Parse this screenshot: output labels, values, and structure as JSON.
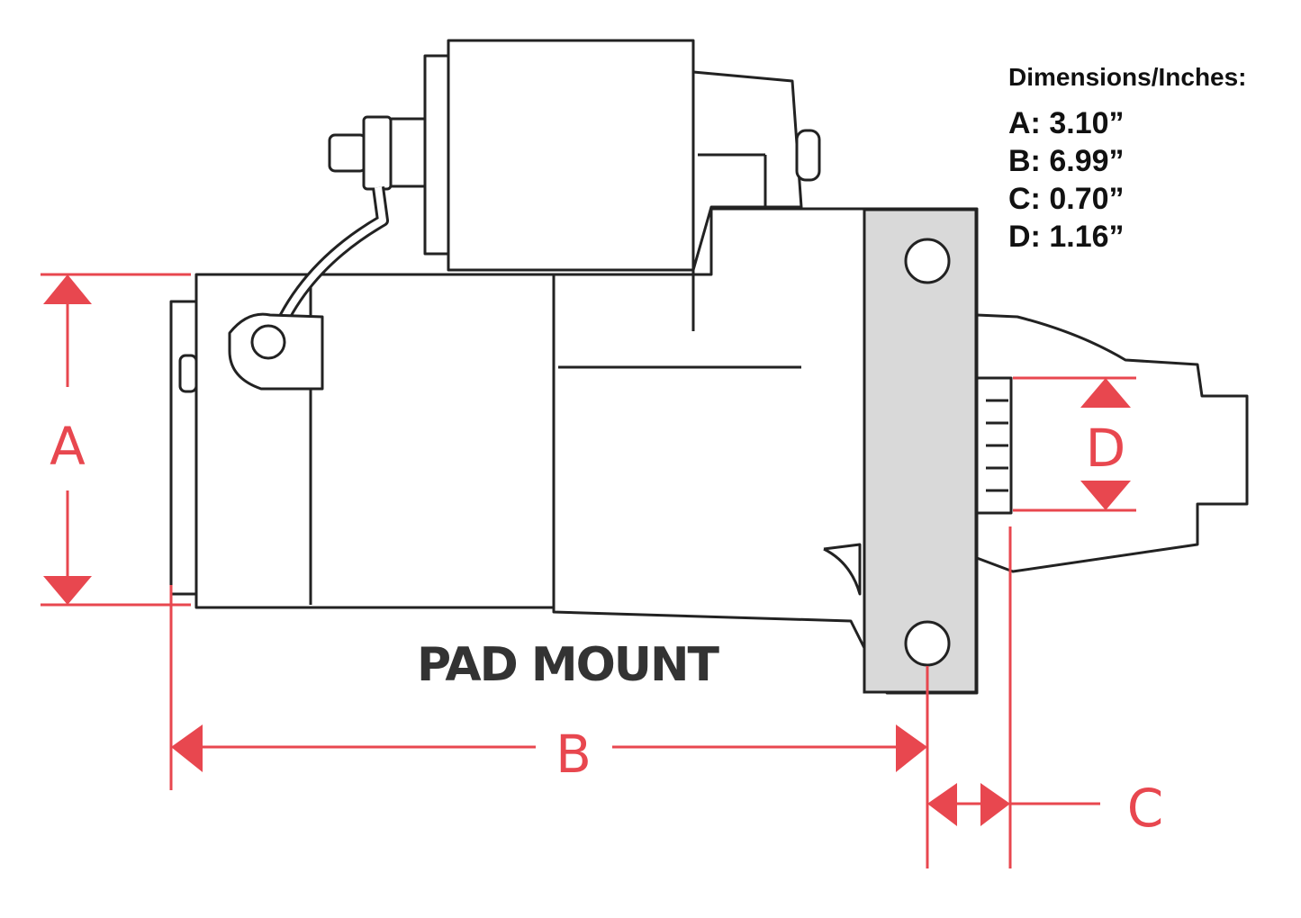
{
  "diagram": {
    "caption": "PAD MOUNT",
    "labels": {
      "a": "A",
      "b": "B",
      "c": "C",
      "d": "D"
    }
  },
  "dimensions": {
    "heading": "Dimensions/Inches:",
    "rows": [
      {
        "key": "A:",
        "value": "3.10”"
      },
      {
        "key": "B:",
        "value": "6.99”"
      },
      {
        "key": "C:",
        "value": "0.70”"
      },
      {
        "key": "D:",
        "value": "1.16”"
      }
    ]
  },
  "colors": {
    "outline": "#222222",
    "dimension": "#e8474f",
    "mount_plate": "#d9d9d9"
  }
}
